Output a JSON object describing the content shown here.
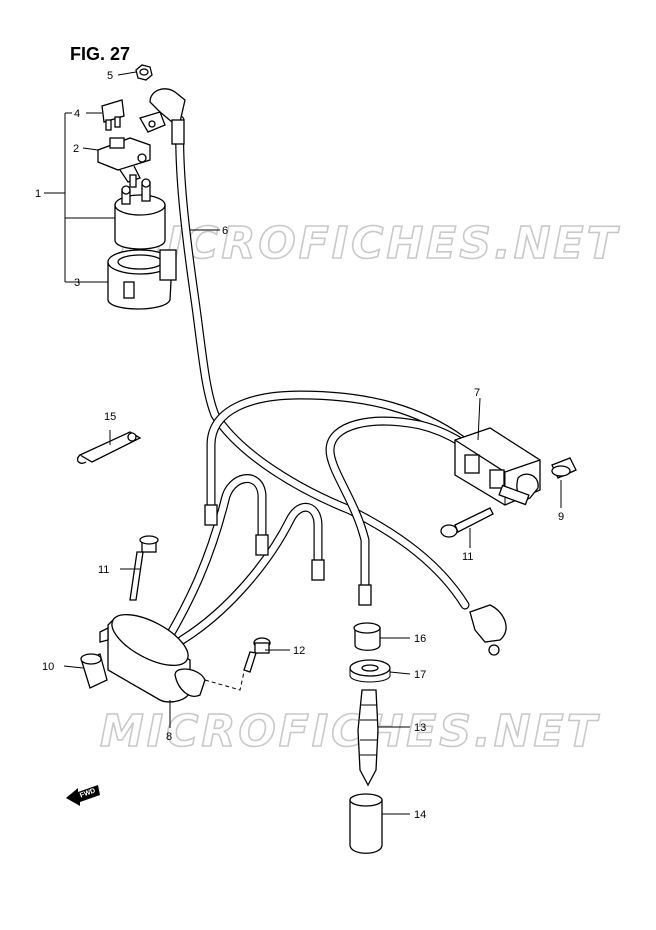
{
  "figure": {
    "title": "FIG. 27"
  },
  "watermark": {
    "text": "MICROFICHES.NET"
  },
  "fwd_label": "FWD",
  "callouts": [
    {
      "id": "c1",
      "text": "1"
    },
    {
      "id": "c2",
      "text": "2"
    },
    {
      "id": "c3",
      "text": "3"
    },
    {
      "id": "c4",
      "text": "4"
    },
    {
      "id": "c5",
      "text": "5"
    },
    {
      "id": "c6",
      "text": "6"
    },
    {
      "id": "c7",
      "text": "7"
    },
    {
      "id": "c8",
      "text": "8"
    },
    {
      "id": "c9",
      "text": "9"
    },
    {
      "id": "c10",
      "text": "10"
    },
    {
      "id": "c11a",
      "text": "11"
    },
    {
      "id": "c11b",
      "text": "11"
    },
    {
      "id": "c12",
      "text": "12"
    },
    {
      "id": "c13",
      "text": "13"
    },
    {
      "id": "c14",
      "text": "14"
    },
    {
      "id": "c15",
      "text": "15"
    },
    {
      "id": "c16",
      "text": "16"
    },
    {
      "id": "c17",
      "text": "17"
    }
  ]
}
